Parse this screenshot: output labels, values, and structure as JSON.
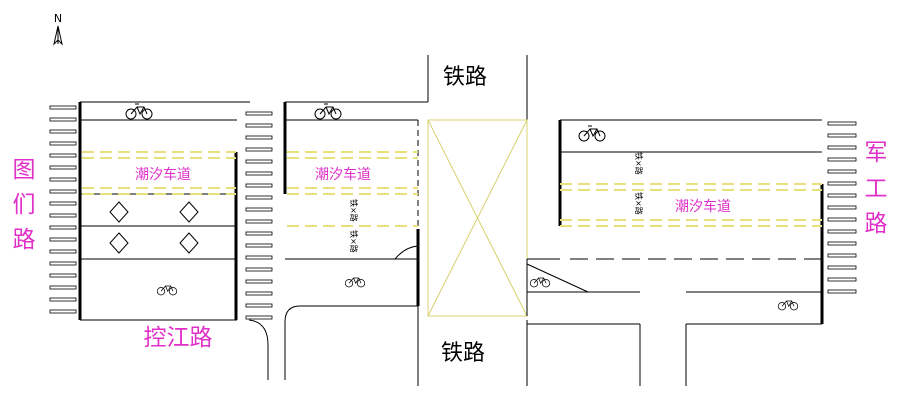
{
  "compass": {
    "label": "N"
  },
  "roads": {
    "rail_top": "铁路",
    "rail_bottom": "铁路",
    "tumen_lines": [
      "图",
      "们",
      "路"
    ],
    "junggong_lines": [
      "军",
      "工",
      "路"
    ],
    "kongjiang": "控江路"
  },
  "lanes": {
    "tidal_left": "潮汐车道",
    "tidal_mid": "潮汐车道",
    "tidal_right": "潮汐车道",
    "rail_cross_a": "铁×路",
    "rail_cross_b": "铁×路",
    "rail_cross_c": "铁×路",
    "rail_cross_d": "铁×路"
  },
  "colors": {
    "road_line": "#000000",
    "tidal_dash": "#e8e07a",
    "label_magenta": "#e030c8",
    "rail_box": "#d8d070"
  },
  "icons": [
    "compass-north-icon",
    "bicycle-icon",
    "diamond-marking-icon",
    "crossing-pattern-icon"
  ]
}
